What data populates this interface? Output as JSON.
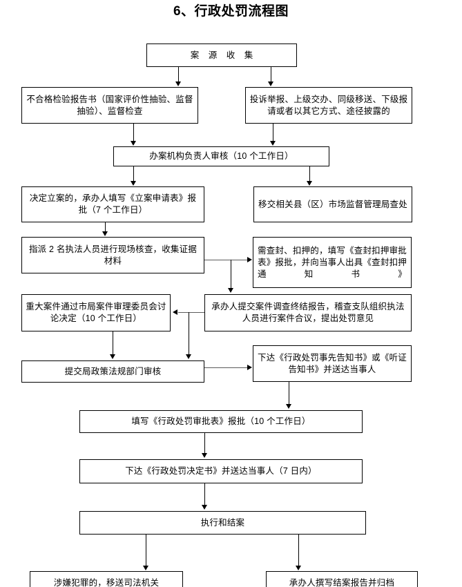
{
  "document": {
    "title": "6、行政处罚流程图"
  },
  "flowchart": {
    "type": "flowchart",
    "orientation": "top-down",
    "nodes": [
      {
        "id": "n1",
        "label": "案 源 收 集"
      },
      {
        "id": "n2",
        "label": "不合格检验报告书（国家评价性抽验、监督抽验）、监督检查"
      },
      {
        "id": "n3",
        "label": "投诉举报、上级交办、同级移送、下级报请或者以其它方式、途径披露的"
      },
      {
        "id": "n4",
        "label": "办案机构负责人审核（10 个工作日）"
      },
      {
        "id": "n5",
        "label": "决定立案的，承办人填写《立案申请表》报批（7 个工作日）"
      },
      {
        "id": "n6",
        "label": "移交相关县（区）市场监督管理局查处"
      },
      {
        "id": "n7",
        "label": "指派 2 名执法人员进行现场核查，收集证据材料"
      },
      {
        "id": "n8",
        "label": "需查封、扣押的，填写《查封扣押审批表》报批，并向当事人出具《查封扣押通知书》"
      },
      {
        "id": "n9",
        "label": "重大案件通过市局案件审理委员会讨论决定（10 个工作日）"
      },
      {
        "id": "n10",
        "label": "承办人提交案件调查终结报告，稽查支队组织执法人员进行案件合议，提出处罚意见"
      },
      {
        "id": "n11",
        "label": "提交局政策法规部门审核"
      },
      {
        "id": "n12",
        "label": "下达《行政处罚事先告知书》或《听证告知书》并送达当事人"
      },
      {
        "id": "n13",
        "label": "填写《行政处罚审批表》报批（10 个工作日）"
      },
      {
        "id": "n14",
        "label": "下达《行政处罚决定书》并送达当事人（7 日内）"
      },
      {
        "id": "n15",
        "label": "执行和结案"
      },
      {
        "id": "n16",
        "label": "涉嫌犯罪的，移送司法机关"
      },
      {
        "id": "n17",
        "label": "承办人撰写结案报告并归档"
      }
    ],
    "edges": [
      {
        "from": "n1",
        "to": "n2",
        "style": "black"
      },
      {
        "from": "n1",
        "to": "n3",
        "style": "black"
      },
      {
        "from": "n2",
        "to": "n4",
        "style": "black"
      },
      {
        "from": "n3",
        "to": "n4",
        "style": "black"
      },
      {
        "from": "n4",
        "to": "n5",
        "style": "black"
      },
      {
        "from": "n4",
        "to": "n6",
        "style": "black"
      },
      {
        "from": "n5",
        "to": "n7",
        "style": "black"
      },
      {
        "from": "n7",
        "to": "n8",
        "style": "grey"
      },
      {
        "from": "n8",
        "to": "n10",
        "style": "black"
      },
      {
        "from": "n10",
        "to": "n9",
        "style": "grey"
      },
      {
        "from": "n9",
        "to": "n11",
        "style": "black"
      },
      {
        "from": "n10",
        "to": "n11",
        "style": "black"
      },
      {
        "from": "n11",
        "to": "n12",
        "style": "grey"
      },
      {
        "from": "n12",
        "to": "n13",
        "style": "black"
      },
      {
        "from": "n13",
        "to": "n14",
        "style": "black"
      },
      {
        "from": "n14",
        "to": "n15",
        "style": "black"
      },
      {
        "from": "n15",
        "to": "n16",
        "style": "black"
      },
      {
        "from": "n15",
        "to": "n17",
        "style": "black"
      }
    ]
  }
}
